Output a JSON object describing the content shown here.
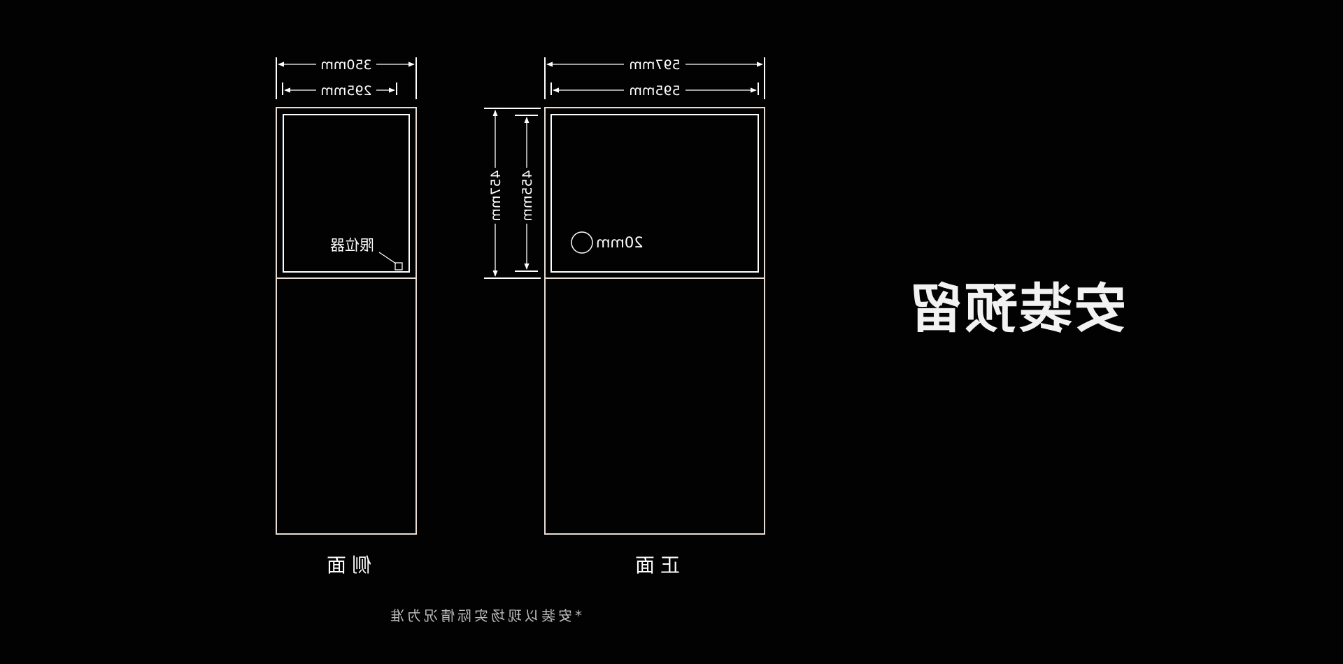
{
  "headline": "安装预留",
  "footnote": "*安装以现场实际情况为准",
  "side_view": {
    "label": "侧面",
    "outer_width": "350mm",
    "inner_width": "295mm",
    "limiter_label": "限位器"
  },
  "front_view": {
    "label": "正面",
    "outer_width": "597mm",
    "inner_width": "595mm",
    "outer_height": "457mm",
    "inner_height": "455mm",
    "hole_diameter": "20mm"
  },
  "colors": {
    "background": "#020202",
    "line": "#ffffff",
    "cabinet_outline": "#e8dcd2",
    "footnote": "#bdbdbd"
  }
}
